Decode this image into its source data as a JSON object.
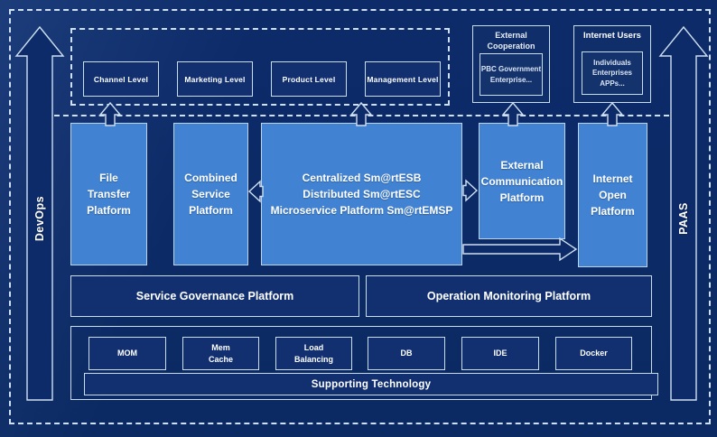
{
  "diagram": {
    "rails": {
      "devops": "DevOps",
      "paas": "PAAS"
    },
    "levels": [
      "Channel Level",
      "Marketing Level",
      "Product Level",
      "Management Level"
    ],
    "external_cooperation": {
      "title": "External\nCooperation",
      "member": "PBC Government\nEnterprise..."
    },
    "internet_users": {
      "title": "Internet Users",
      "member": "Individuals\nEnterprises\nAPPs..."
    },
    "platforms": {
      "file_transfer": "File\nTransfer\nPlatform",
      "combined_service": "Combined\nService\nPlatform",
      "central": "Centralized Sm@rtESB\nDistributed Sm@rtESC\nMicroservice Platform Sm@rtEMSP",
      "external_communication": "External\nCommunication\nPlatform",
      "internet_open": "Internet\nOpen\nPlatform"
    },
    "governance": {
      "service": "Service Governance Platform",
      "monitoring": "Operation Monitoring Platform"
    },
    "supporting": {
      "items": [
        "MOM",
        "Mem\nCache",
        "Load\nBalancing",
        "DB",
        "IDE",
        "Docker"
      ],
      "label": "Supporting Technology"
    },
    "colors": {
      "background": "#0c2a66",
      "platform_fill": "#4182d2",
      "line": "#cfe0f2"
    }
  }
}
